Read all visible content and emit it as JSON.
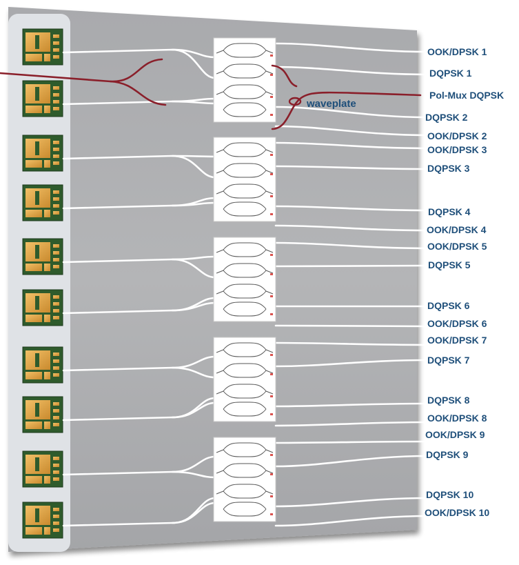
{
  "labels": {
    "waveplate": "waveplate",
    "polmux": "Pol-Mux DQPSK",
    "outputs": [
      "OOK/DPSK 1",
      "DQPSK 1",
      "DQPSK 2",
      "OOK/DPSK 2",
      "OOK/DPSK 3",
      "DQPSK 3",
      "DQPSK 4",
      "OOK/DPSK 4",
      "OOK/DPSK 5",
      "DQPSK 5",
      "DQPSK 6",
      "OOK/DPSK 6",
      "OOK/DPSK 7",
      "DQPSK 7",
      "DQPSK 8",
      "OOK/DPSK 8",
      "OOK/DPSK 9",
      "DQPSK 9",
      "DQPSK 10",
      "OOK/DPSK 10"
    ]
  },
  "colors": {
    "board": "#b2b3b5",
    "board_shade": "#8f9093",
    "laser_strip": "#dfe2e6",
    "chip_green": "#2f5b2c",
    "chip_gold": "#e0a545",
    "waveguide": "#ffffff",
    "fiber": "#8a1f2a",
    "modulator_box": "#ffffff",
    "label_text": "#1f4f7a"
  },
  "diagram": {
    "laser_chip_count": 10,
    "modulator_block_count": 5,
    "icon": "laser-chip-icon"
  }
}
